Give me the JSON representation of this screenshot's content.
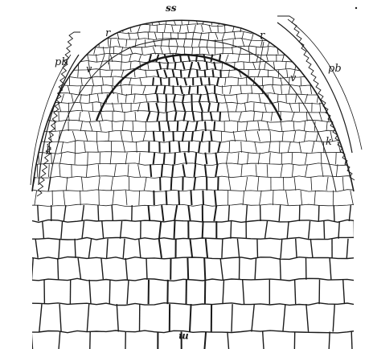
{
  "figure": {
    "labels": {
      "top": "ss",
      "r_left": "r",
      "r_right": "r",
      "pb_left": "pb",
      "pb_right": "pb",
      "v_left": "v",
      "v_right": "v",
      "k_left": "k",
      "k_right": "k",
      "bottom": "m"
    },
    "ink_color": "#1a1a1a",
    "paper_color": "#ffffff"
  }
}
